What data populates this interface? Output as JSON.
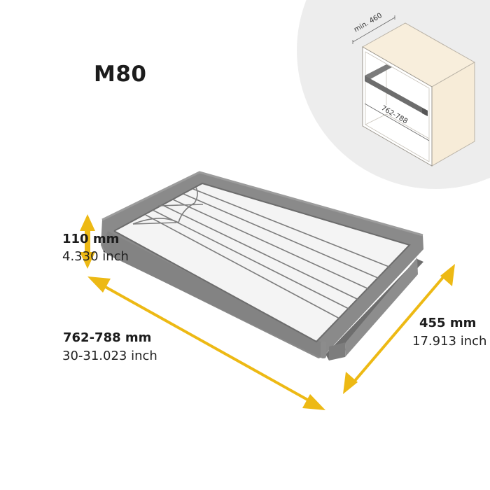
{
  "product": {
    "model": "M80"
  },
  "dimensions": {
    "height": {
      "mm": "110 mm",
      "inch": "4.330 inch"
    },
    "width": {
      "mm": "762-788 mm",
      "inch": "30-31.023 inch"
    },
    "depth": {
      "mm": "455 mm",
      "inch": "17.913 inch"
    }
  },
  "inset_diagram": {
    "depth_label": "min. 460",
    "width_label": "762-788"
  },
  "colors": {
    "arrow": "#EDB914",
    "inset_background": "#EDEDED",
    "cabinet_face": "#F8EEDC",
    "frame": "#7A7A7A",
    "text": "#1C1C1C"
  }
}
